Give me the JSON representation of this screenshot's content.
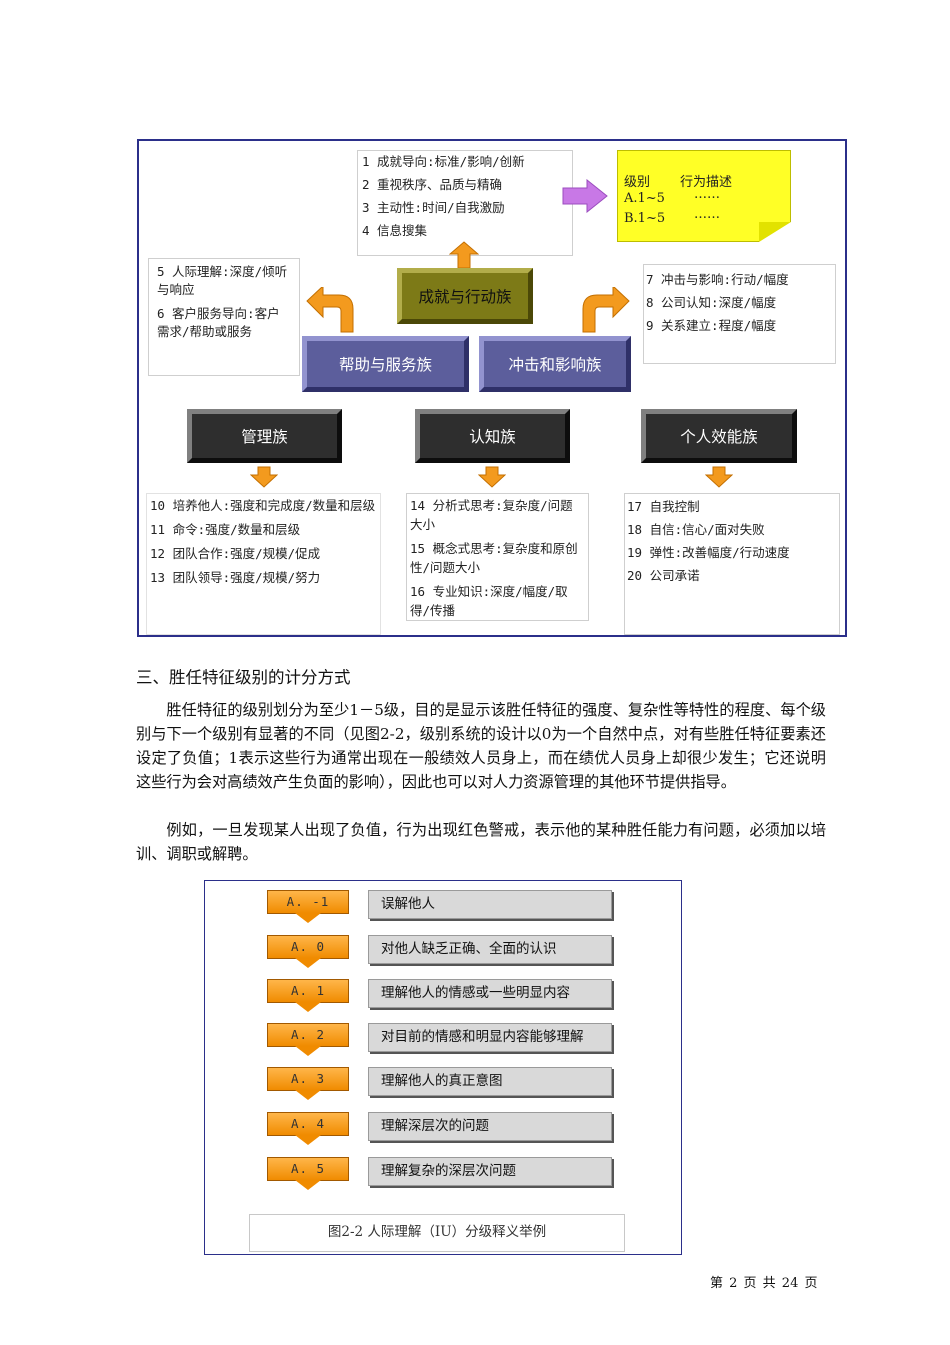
{
  "figure1": {
    "achievement_traits": [
      "1 成就导向:标准/影响/创新",
      "2 重视秩序、品质与精确",
      "3 主动性:时间/自我激励",
      "4 信息搜集"
    ],
    "level_note": {
      "col1_header": "级别",
      "col2_header": "行为描述",
      "row1_level": "A.1~5",
      "row1_desc": "……",
      "row2_level": "B.1~5",
      "row2_desc": "……"
    },
    "help_traits": [
      "5 人际理解:深度/倾听与响应",
      "6 客户服务导向:客户需求/帮助或服务"
    ],
    "impact_traits": [
      "7 冲击与影响:行动/幅度",
      "8 公司认知:深度/幅度",
      "9 关系建立:程度/幅度"
    ],
    "clusters": {
      "achievement": "成就与行动族",
      "help": "帮助与服务族",
      "impact": "冲击和影响族",
      "management": "管理族",
      "cognitive": "认知族",
      "personal": "个人效能族"
    },
    "management_traits": [
      "10 培养他人:强度和完成度/数量和层级",
      "11 命令:强度/数量和层级",
      "12 团队合作:强度/规模/促成",
      "13 团队领导:强度/规模/努力"
    ],
    "cognitive_traits": [
      "14 分析式思考:复杂度/问题大小",
      "15 概念式思考:复杂度和原创性/问题大小",
      "16 专业知识:深度/幅度/取得/传播"
    ],
    "personal_traits": [
      "17 自我控制",
      "18 自信:信心/面对失败",
      "19 弹性:改善幅度/行动速度",
      "20 公司承诺"
    ]
  },
  "section": {
    "heading": "三、胜任特征级别的计分方式",
    "paragraph1": "胜任特征的级别划分为至少1－5级，目的是显示该胜任特征的强度、复杂性等特性的程度、每个级别与下一个级别有显著的不同（见图2-2，级别系统的设计以0为一个自然中点，对有些胜任特征要素还设定了负值；1表示这些行为通常出现在一般绩效人员身上，而在绩优人员身上却很少发生；它还说明这些行为会对高绩效产生负面的影响），因此也可以对人力资源管理的其他环节提供指导。",
    "paragraph2": "例如，一旦发现某人出现了负值，行为出现红色警戒，表示他的某种胜任能力有问题，必须加以培训、调职或解聘。"
  },
  "figure2": {
    "levels": [
      {
        "code": "A. -1",
        "desc": "误解他人"
      },
      {
        "code": "A. 0",
        "desc": "对他人缺乏正确、全面的认识"
      },
      {
        "code": "A. 1",
        "desc": "理解他人的情感或一些明显内容"
      },
      {
        "code": "A. 2",
        "desc": "对目前的情感和明显内容能够理解"
      },
      {
        "code": "A. 3",
        "desc": "理解他人的真正意图"
      },
      {
        "code": "A. 4",
        "desc": "理解深层次的问题"
      },
      {
        "code": "A. 5",
        "desc": "理解复杂的深层次问题"
      }
    ],
    "caption": "图2-2 人际理解（IU）分级释义举例"
  },
  "footer": "第 2 页 共 24 页",
  "colors": {
    "frame": "#2b2f8a",
    "arrow_orange": "#f39a1e",
    "arrow_purple": "#c878e6",
    "note_yellow": "#ffff26",
    "cluster_gold": "#7d7a17",
    "cluster_blue": "#5c5e9c",
    "cluster_dark": "#2e2e2e"
  }
}
